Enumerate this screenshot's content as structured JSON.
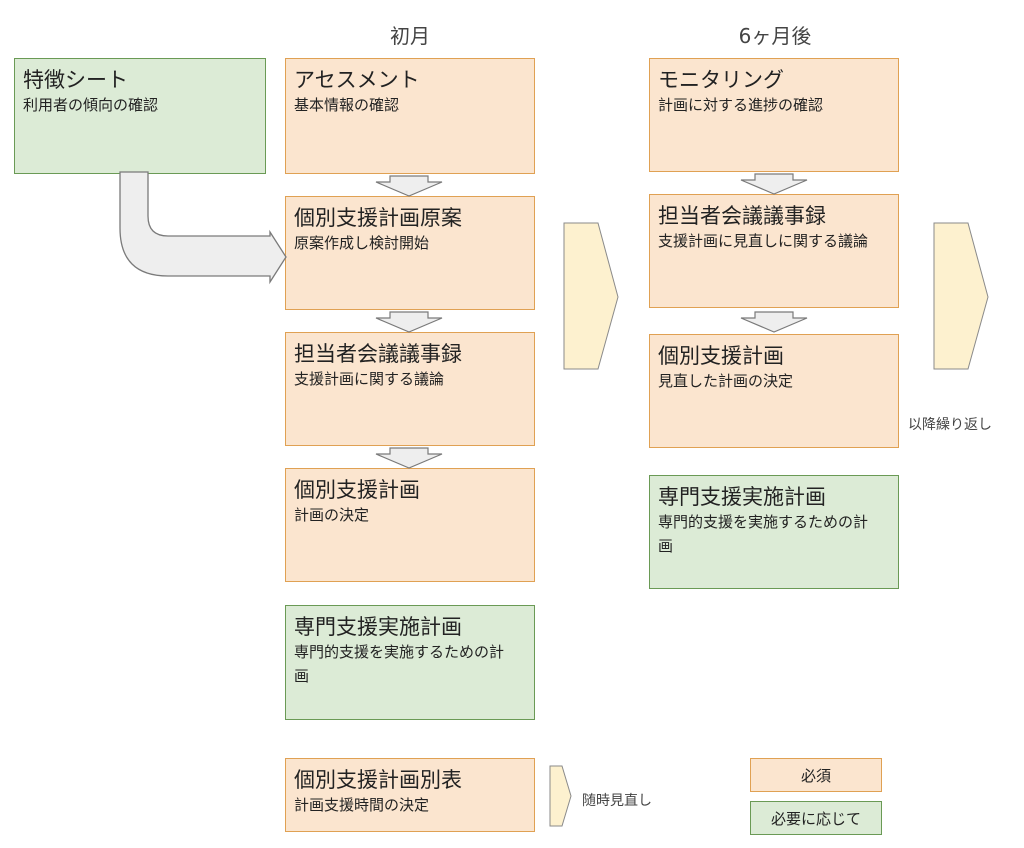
{
  "columns": {
    "first": "初月",
    "later": "6ヶ月後"
  },
  "feature_sheet": {
    "title": "特徴シート",
    "desc": "利用者の傾向の確認"
  },
  "first_month": [
    {
      "title": "アセスメント",
      "desc": "基本情報の確認"
    },
    {
      "title": "個別支援計画原案",
      "desc": "原案作成し検討開始"
    },
    {
      "title": "担当者会議議事録",
      "desc": "支援計画に関する議論"
    },
    {
      "title": "個別支援計画",
      "desc": "計画の決定"
    },
    {
      "title": "専門支援実施計画",
      "desc": "専門的支援を実施するための計画"
    }
  ],
  "separate_table": {
    "title": "個別支援計画別表",
    "desc": "計画支援時間の決定"
  },
  "six_months": [
    {
      "title": "モニタリング",
      "desc": "計画に対する進捗の確認"
    },
    {
      "title": "担当者会議議事録",
      "desc": "支援計画に見直しに関する議論"
    },
    {
      "title": "個別支援計画",
      "desc": "見直した計画の決定"
    },
    {
      "title": "専門支援実施計画",
      "desc": "専門的支援を実施するための計画"
    }
  ],
  "notes": {
    "repeat": "以降繰り返し",
    "anytime": "随時見直し"
  },
  "legend": {
    "required": "必須",
    "as_needed": "必要に応じて"
  },
  "colors": {
    "required_fill": "#fbe5cf",
    "required_border": "#e0a153",
    "optional_fill": "#dcebd6",
    "optional_border": "#6a9a55",
    "chevron_fill": "#fdf1cf",
    "arrow_fill": "#eeeeee"
  }
}
